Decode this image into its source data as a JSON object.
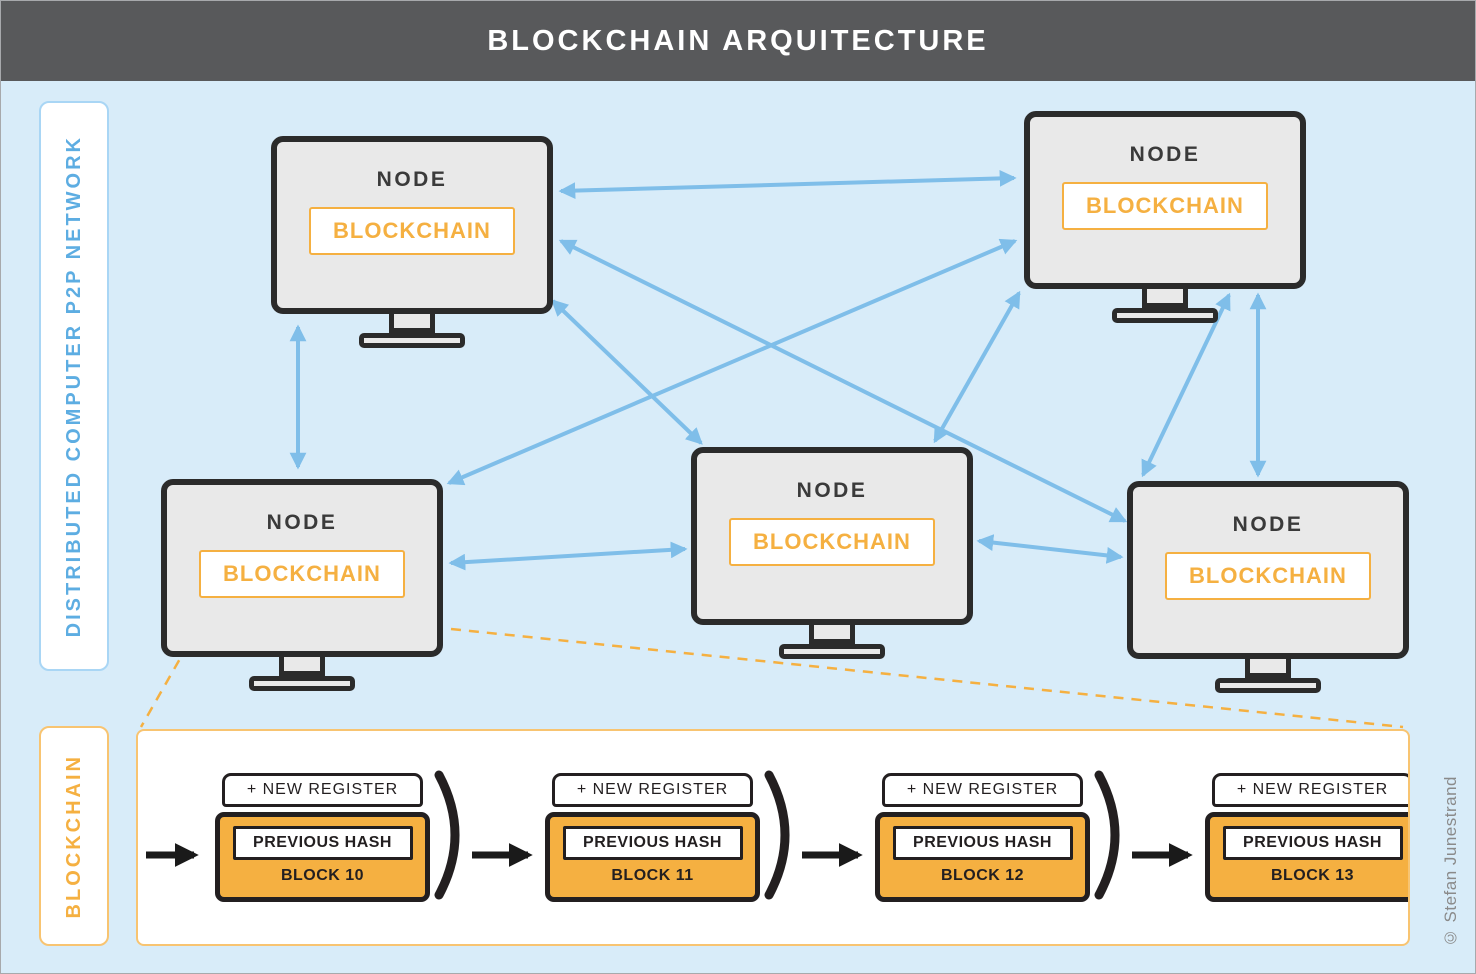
{
  "header": {
    "title": "BLOCKCHAIN ARQUITECTURE"
  },
  "labels": {
    "network": "DISTRIBUTED COMPUTER P2P NETWORK",
    "blockchain": "BLOCKCHAIN"
  },
  "nodes": [
    {
      "title": "NODE",
      "badge": "BLOCKCHAIN"
    },
    {
      "title": "NODE",
      "badge": "BLOCKCHAIN"
    },
    {
      "title": "NODE",
      "badge": "BLOCKCHAIN"
    },
    {
      "title": "NODE",
      "badge": "BLOCKCHAIN"
    },
    {
      "title": "NODE",
      "badge": "BLOCKCHAIN"
    }
  ],
  "chain": {
    "blocks": [
      {
        "register": "+ NEW REGISTER",
        "hash": "PREVIOUS HASH",
        "name": "BLOCK 10"
      },
      {
        "register": "+ NEW REGISTER",
        "hash": "PREVIOUS HASH",
        "name": "BLOCK 11"
      },
      {
        "register": "+ NEW REGISTER",
        "hash": "PREVIOUS HASH",
        "name": "BLOCK 12"
      },
      {
        "register": "+ NEW REGISTER",
        "hash": "PREVIOUS HASH",
        "name": "BLOCK 13"
      }
    ]
  },
  "credit": "© Stefan Junestrand",
  "colors": {
    "header_bg": "#58595B",
    "canvas_bg": "#D8ECF9",
    "arrow_blue": "#7FBEE9",
    "network_label_blue": "#5DADE2",
    "accent_orange": "#F5B041",
    "panel_border_orange": "#F8C471",
    "outline_dark": "#231F20",
    "monitor_fill": "#E9E9E9"
  }
}
